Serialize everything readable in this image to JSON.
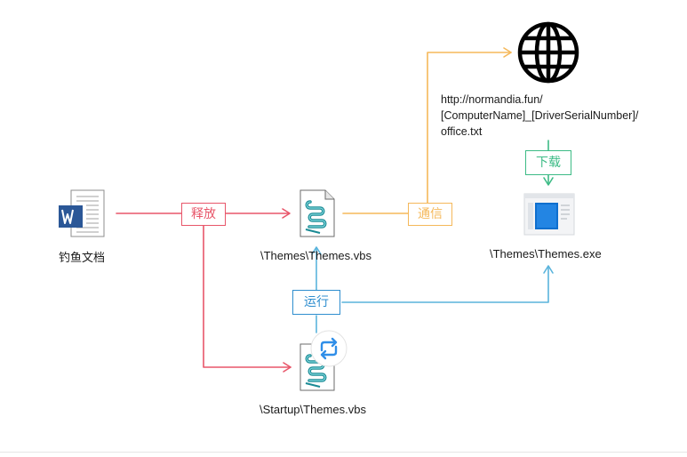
{
  "nodes": {
    "lure_doc": {
      "label": "钓鱼文档",
      "icon": "word-document-icon"
    },
    "themes_vbs": {
      "label": "\\Themes\\Themes.vbs",
      "icon": "vbscript-file-icon"
    },
    "startup_vbs": {
      "label": "\\Startup\\Themes.vbs",
      "icon": "vbscript-file-icon"
    },
    "c2_server": {
      "icon": "globe-icon",
      "url_lines": [
        "http://normandia.fun/",
        "[ComputerName]_[DriverSerialNumber]/",
        "office.txt"
      ]
    },
    "themes_exe": {
      "label": "\\Themes\\Themes.exe",
      "icon": "executable-window-icon"
    }
  },
  "edges": {
    "release": {
      "label": "释放",
      "color": "#e8566a"
    },
    "communicate": {
      "label": "通信",
      "color": "#f5b85a"
    },
    "download": {
      "label": "下载",
      "color": "#3dbb86"
    },
    "run": {
      "label": "运行",
      "color": "#5ab4dc"
    }
  },
  "badge_icons": {
    "autorun": "repeat-icon"
  },
  "colors": {
    "badge_icon_blue": "#2f8ee8"
  }
}
